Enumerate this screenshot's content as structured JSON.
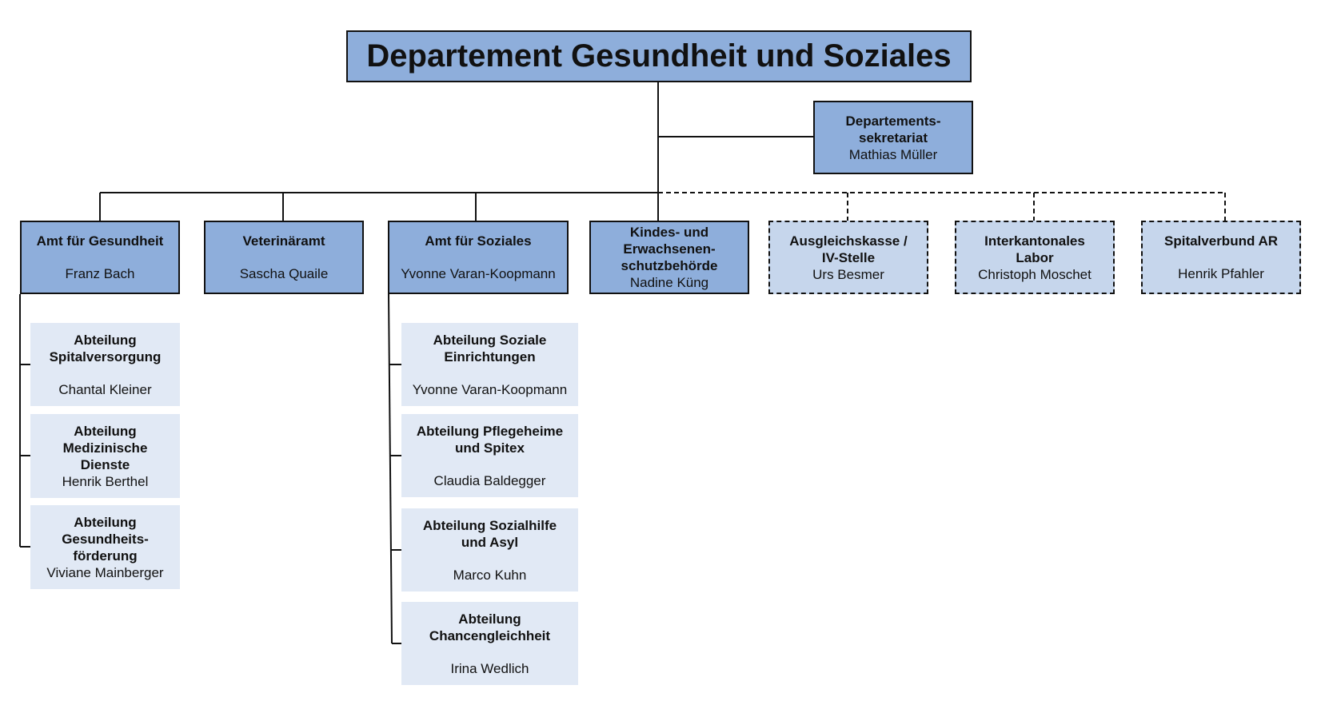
{
  "root": {
    "title": "Departement Gesundheit und Soziales"
  },
  "staff": {
    "title": "Departements-\nsekretariat",
    "name": "Mathias Müller"
  },
  "units": [
    {
      "title": "Amt für Gesundheit",
      "name": "Franz Bach",
      "type": "internal"
    },
    {
      "title": "Veterinäramt",
      "name": "Sascha Quaile",
      "type": "internal"
    },
    {
      "title": "Amt für Soziales",
      "name": "Yvonne Varan-Koopmann",
      "type": "internal"
    },
    {
      "title": "Kindes- und\nErwachsenen-\nschutzbehörde",
      "name": "Nadine Küng",
      "type": "internal"
    },
    {
      "title": "Ausgleichskasse /\nIV-Stelle",
      "name": "Urs Besmer",
      "type": "external"
    },
    {
      "title": "Interkantonales\nLabor",
      "name": "Christoph Moschet",
      "type": "external"
    },
    {
      "title": "Spitalverbund AR",
      "name": "Henrik Pfahler",
      "type": "external"
    }
  ],
  "gesundheit_divisions": [
    {
      "title": "Abteilung\nSpitalversorgung",
      "name": "Chantal Kleiner"
    },
    {
      "title": "Abteilung\nMedizinische\nDienste",
      "name": "Henrik Berthel"
    },
    {
      "title": "Abteilung\nGesundheits-\nförderung",
      "name": "Viviane Mainberger"
    }
  ],
  "soziales_divisions": [
    {
      "title": "Abteilung Soziale\nEinrichtungen",
      "name": "Yvonne Varan-Koopmann"
    },
    {
      "title": "Abteilung Pflegeheime\nund Spitex",
      "name": "Claudia Baldegger"
    },
    {
      "title": "Abteilung Sozialhilfe\nund Asyl",
      "name": "Marco Kuhn"
    },
    {
      "title": "Abteilung\nChancengleichheit",
      "name": "Irina Wedlich"
    }
  ],
  "colors": {
    "unit_fill": "#8eaedb",
    "external_fill": "#c6d6ec",
    "division_fill": "#e1e9f5",
    "line": "#111111"
  }
}
